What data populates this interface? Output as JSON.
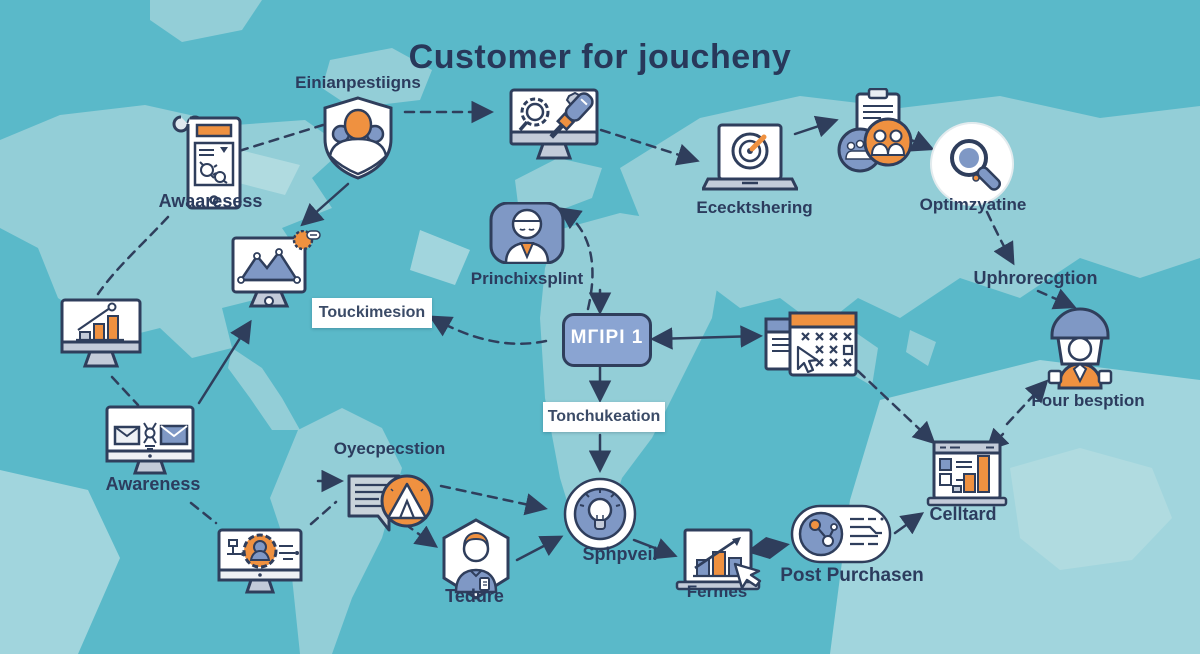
{
  "title": "Customer for joucheny",
  "colors": {
    "background": "#5ab9c9",
    "land": "#93ced7",
    "land_light": "#b9dfe3",
    "ink": "#2f3e5c",
    "orange": "#ef9140",
    "blue": "#7f98c5",
    "box_blue": "#8aa4d2",
    "gray": "#c3cbd9",
    "white": "#ffffff"
  },
  "nodes": {
    "awareness_doc": {
      "label": "Awaaresess",
      "icon": "scroll-document-icon"
    },
    "campaigns_shield": {
      "label": "Einianpestiigns",
      "icon": "shield-people-icon"
    },
    "research_monitor": {
      "icon": "monitor-tools-icon"
    },
    "targeting_laptop": {
      "label": "Ececktshering",
      "icon": "laptop-target-icon"
    },
    "audience_group": {
      "icon": "audience-circles-icon"
    },
    "optimization_search": {
      "label": "Optimzyatine",
      "icon": "search-circle-icon"
    },
    "uphrorecgtion_note": {
      "label": "Uphrorecgtion"
    },
    "reception_person": {
      "label": "Four besption",
      "icon": "reception-person-icon"
    },
    "analytics_monitor": {
      "icon": "mountains-monitor-icon"
    },
    "touckimesion_box": {
      "label": "Touckimesion"
    },
    "principal_person": {
      "label": "Princhixsplint",
      "icon": "person-card-icon"
    },
    "mtipi_box": {
      "label": "MГIPI 1"
    },
    "tonchukeation_box": {
      "label": "Tonchukeation"
    },
    "schedule_calendar": {
      "icon": "calendar-x-icon"
    },
    "growth_monitor": {
      "icon": "barchart-monitor-icon"
    },
    "awareness_monitor": {
      "label": "Awareness",
      "icon": "envelopes-monitor-icon"
    },
    "settings_monitor": {
      "icon": "gear-avatar-monitor-icon"
    },
    "oyecpecstion_tent": {
      "label": "Oyecpecstion",
      "icon": "tent-bubble-icon"
    },
    "tedure_person": {
      "label": "Tedure",
      "icon": "hexagon-person-icon"
    },
    "sphpveil_idea": {
      "label": "Sphpveil",
      "icon": "lightbulb-circle-icon"
    },
    "fermes_chart": {
      "label": "Fermes",
      "icon": "chart-cursor-icon"
    },
    "post_purchase": {
      "label": "Post Purchasen",
      "icon": "pill-molecule-icon"
    },
    "celltard_browser": {
      "label": "Celltard",
      "icon": "browser-chart-icon"
    }
  }
}
